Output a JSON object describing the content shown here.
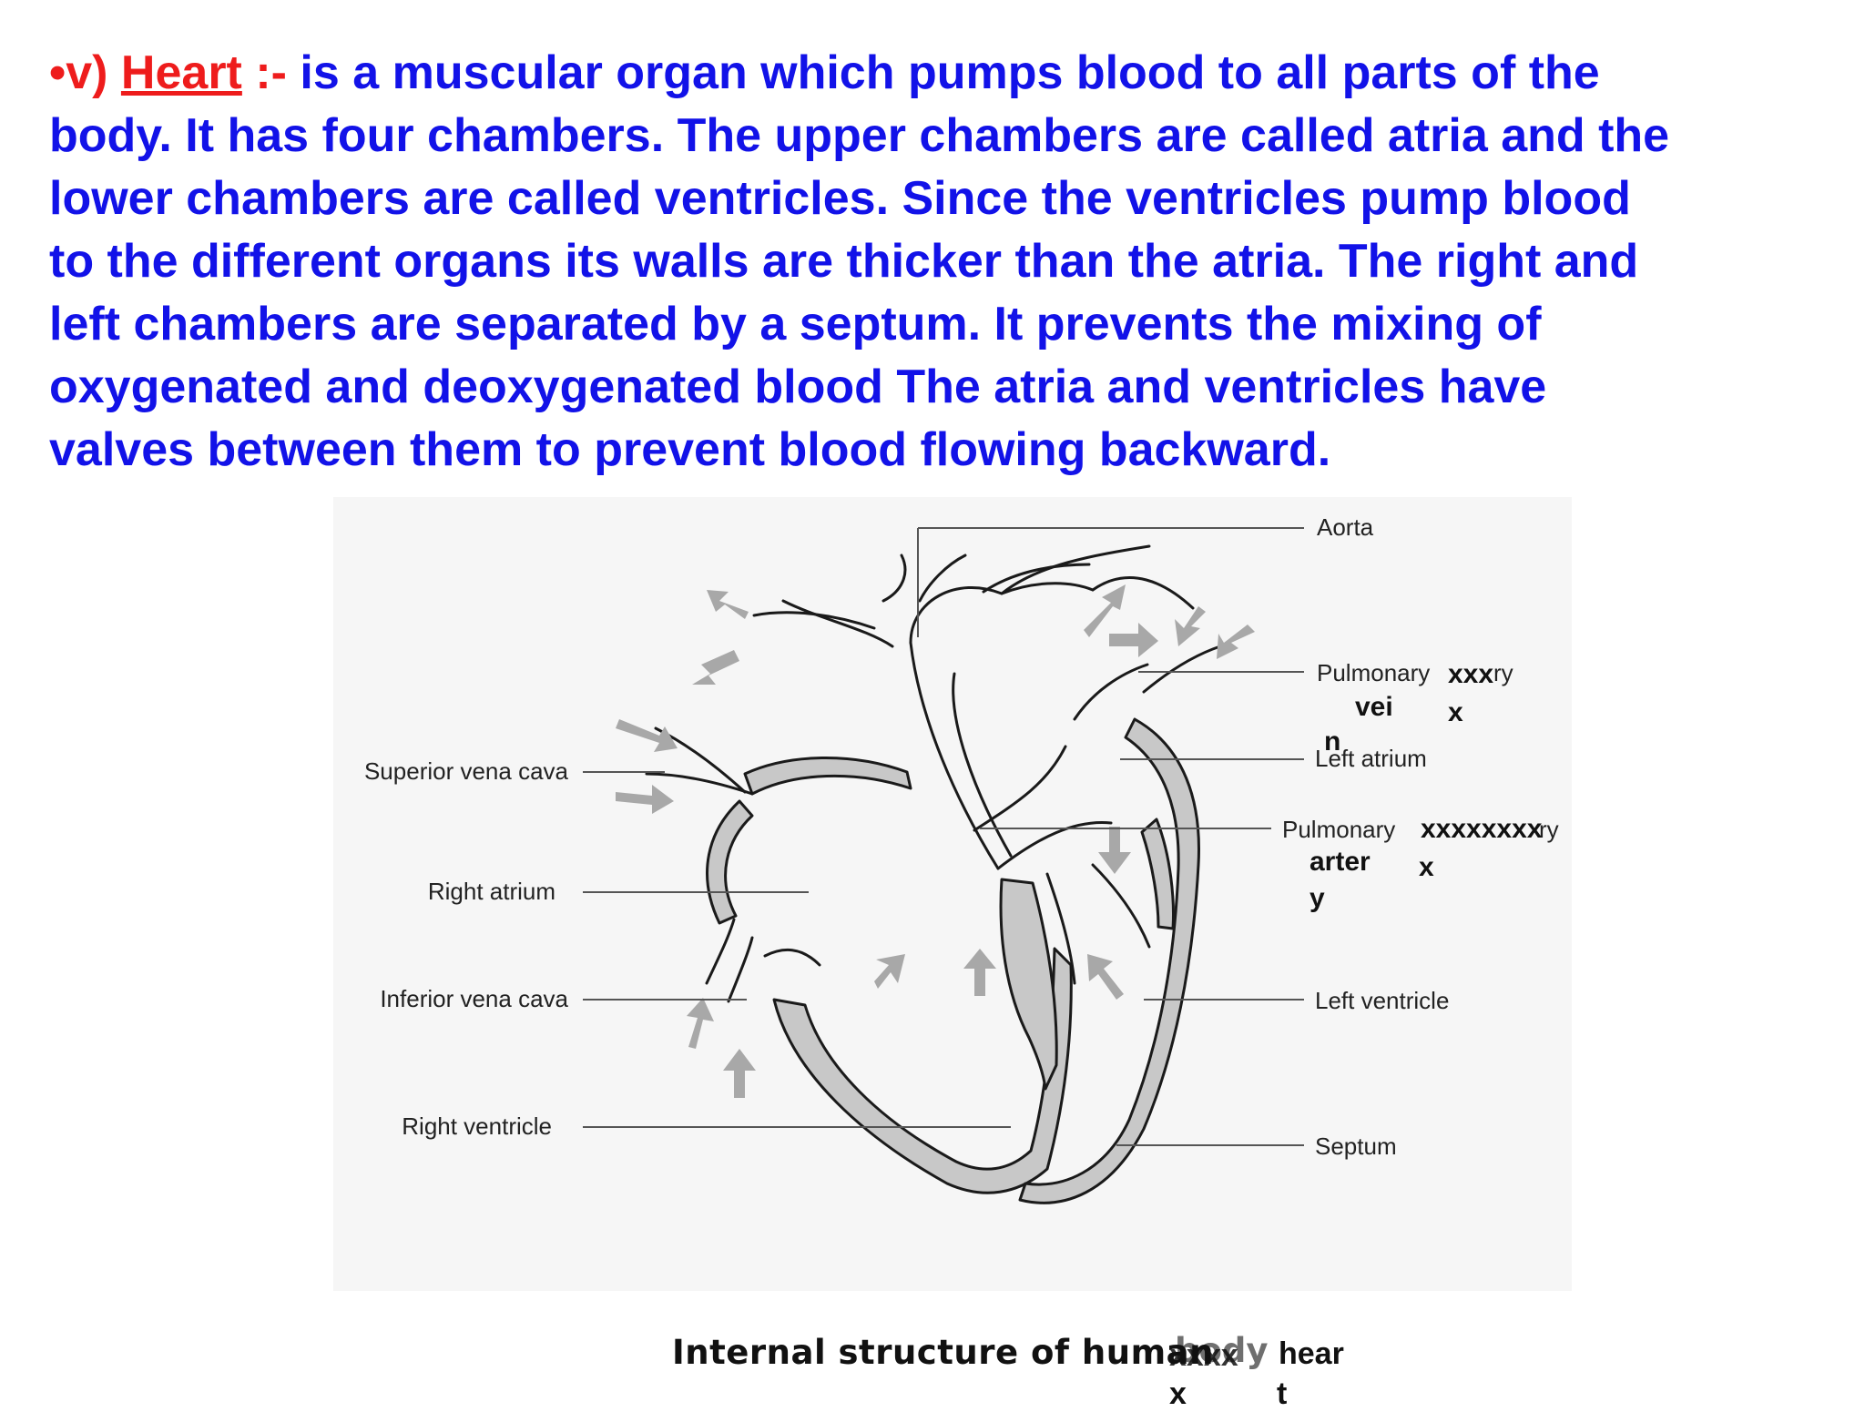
{
  "paragraph": {
    "bullet": "•",
    "numeral": "v)",
    "term": "Heart",
    "separator": ":-",
    "lines": [
      "is a muscular organ which pumps blood to all parts of the",
      "body. It has four chambers. The upper chambers are called atria and the",
      "lower chambers are called ventricles. Since the ventricles pump blood",
      "to the different organs its walls are thicker than the atria. The right and",
      "left chambers are separated by a septum. It prevents the mixing of",
      "oxygenated and deoxygenated blood The atria and ventricles have",
      "valves between them to prevent blood flowing backward."
    ]
  },
  "diagram": {
    "labels": {
      "aorta": "Aorta",
      "pulmonary_vein": "Pulmonary",
      "pulmonary_vein_cut": "ry",
      "pulmonary_vein_xxx": "xxx",
      "pulmonary_vein_x": "x",
      "pulmonary_vein_overlay_1": "vei",
      "pulmonary_vein_overlay_2": "n",
      "left_atrium": "Left atrium",
      "pulmonary_artery": "Pulmonary",
      "pulmonary_artery_cut": "ry",
      "pulmonary_artery_xxx": "xxxxxxxx",
      "pulmonary_artery_x": "x",
      "pulmonary_artery_overlay_1": "arter",
      "pulmonary_artery_overlay_2": "y",
      "left_ventricle": "Left ventricle",
      "septum": "Septum",
      "superior_vena_cava": "Superior vena cava",
      "right_atrium": "Right atrium",
      "inferior_vena_cava": "Inferior vena cava",
      "right_ventricle": "Right ventricle"
    },
    "colors": {
      "wall": "#c8c8c8",
      "arrow": "#a8a8a8",
      "outline": "#1a1a1a",
      "panel": "#f6f6f6"
    }
  },
  "caption": {
    "text": "Internal structure of human",
    "overlay_xxx": "xxxx",
    "overlay_body": "body",
    "overlay_hear": "hear",
    "overlay_x": "x",
    "overlay_t": "t"
  }
}
